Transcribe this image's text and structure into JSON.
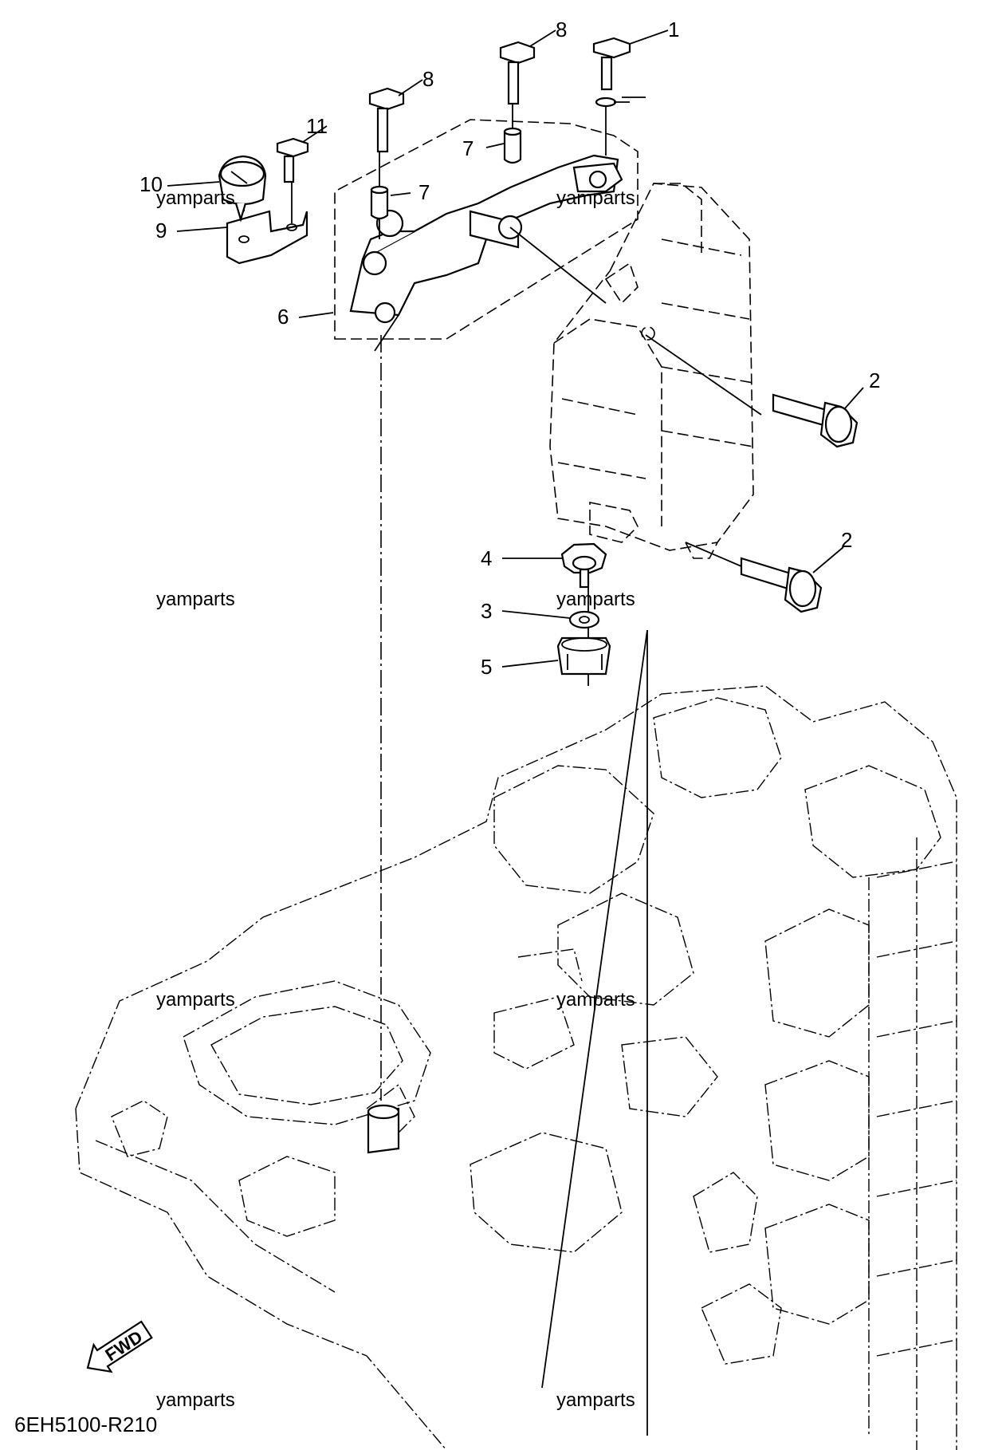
{
  "diagram": {
    "code": "6EH5100-R210",
    "fwd_label": "FWD",
    "watermark": "yamparts",
    "callouts": {
      "c1": "1",
      "c2a": "2",
      "c2b": "2",
      "c3": "3",
      "c4": "4",
      "c5": "5",
      "c6": "6",
      "c7a": "7",
      "c7b": "7",
      "c8a": "8",
      "c8b": "8",
      "c9": "9",
      "c10": "10",
      "c11": "11"
    }
  }
}
